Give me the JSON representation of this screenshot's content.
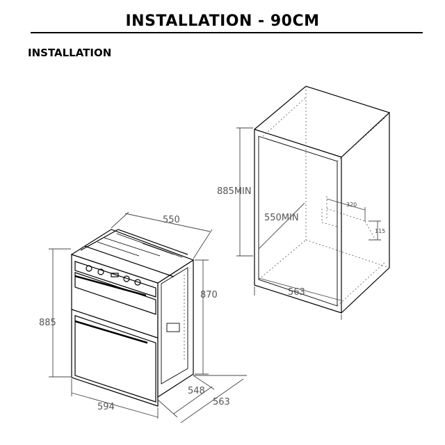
{
  "header": {
    "title": "INSTALLATION - 90CM"
  },
  "section": {
    "heading": "INSTALLATION"
  },
  "oven": {
    "width": "594",
    "height": "885",
    "top_depth": "550",
    "side_height": "870",
    "depth_inner": "548",
    "depth_outer": "563"
  },
  "cabinet": {
    "height_min": "885MIN",
    "depth_min": "550MIN",
    "width": "563",
    "cutout_width": "320",
    "cutout_height": "115"
  }
}
